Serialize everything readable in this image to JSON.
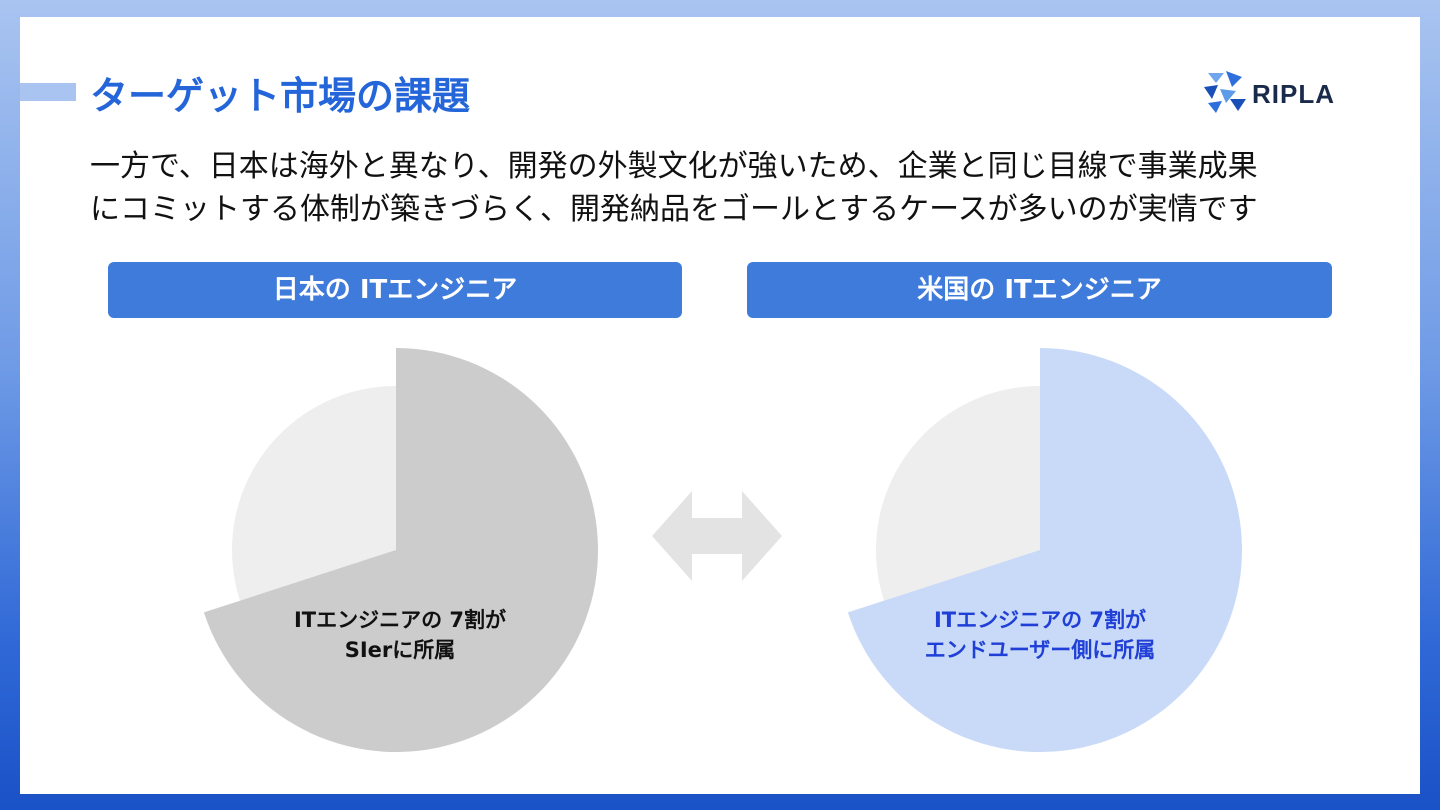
{
  "header": {
    "title": "ターゲット市場の課題",
    "logo_text": "RIPLA"
  },
  "subtitle": "一方で、日本は海外と異なり、開発の外製文化が強いため、企業と同じ目線で事業成果\nにコミットする体制が築きづらく、開発納品をゴールとするケースが多いのが実情です",
  "chart_data": [
    {
      "type": "pie",
      "title": "日本の ITエンジニア",
      "slices": [
        {
          "label": "ITエンジニアの 7割が\nSIerに所属",
          "value": 70,
          "color": "#cccccc"
        },
        {
          "label": "",
          "value": 30,
          "color": "#eeeeee"
        }
      ]
    },
    {
      "type": "pie",
      "title": "米国の ITエンジニア",
      "slices": [
        {
          "label": "ITエンジニアの 7割が\nエンドユーザー側に所属",
          "value": 70,
          "color": "#c9daf8"
        },
        {
          "label": "",
          "value": 30,
          "color": "#eeeeee"
        }
      ]
    }
  ],
  "labels": {
    "jp_line1": "ITエンジニアの 7割が",
    "jp_line2": "SIerに所属",
    "us_line1": "ITエンジニアの 7割が",
    "us_line2": "エンドユーザー側に所属"
  },
  "colors": {
    "accent": "#2465d9",
    "header_bg": "#3f7bdb",
    "arrow": "#e3e3e3"
  },
  "icons": {
    "logo": "ripla-logo-icon",
    "compare": "double-arrow-icon"
  }
}
